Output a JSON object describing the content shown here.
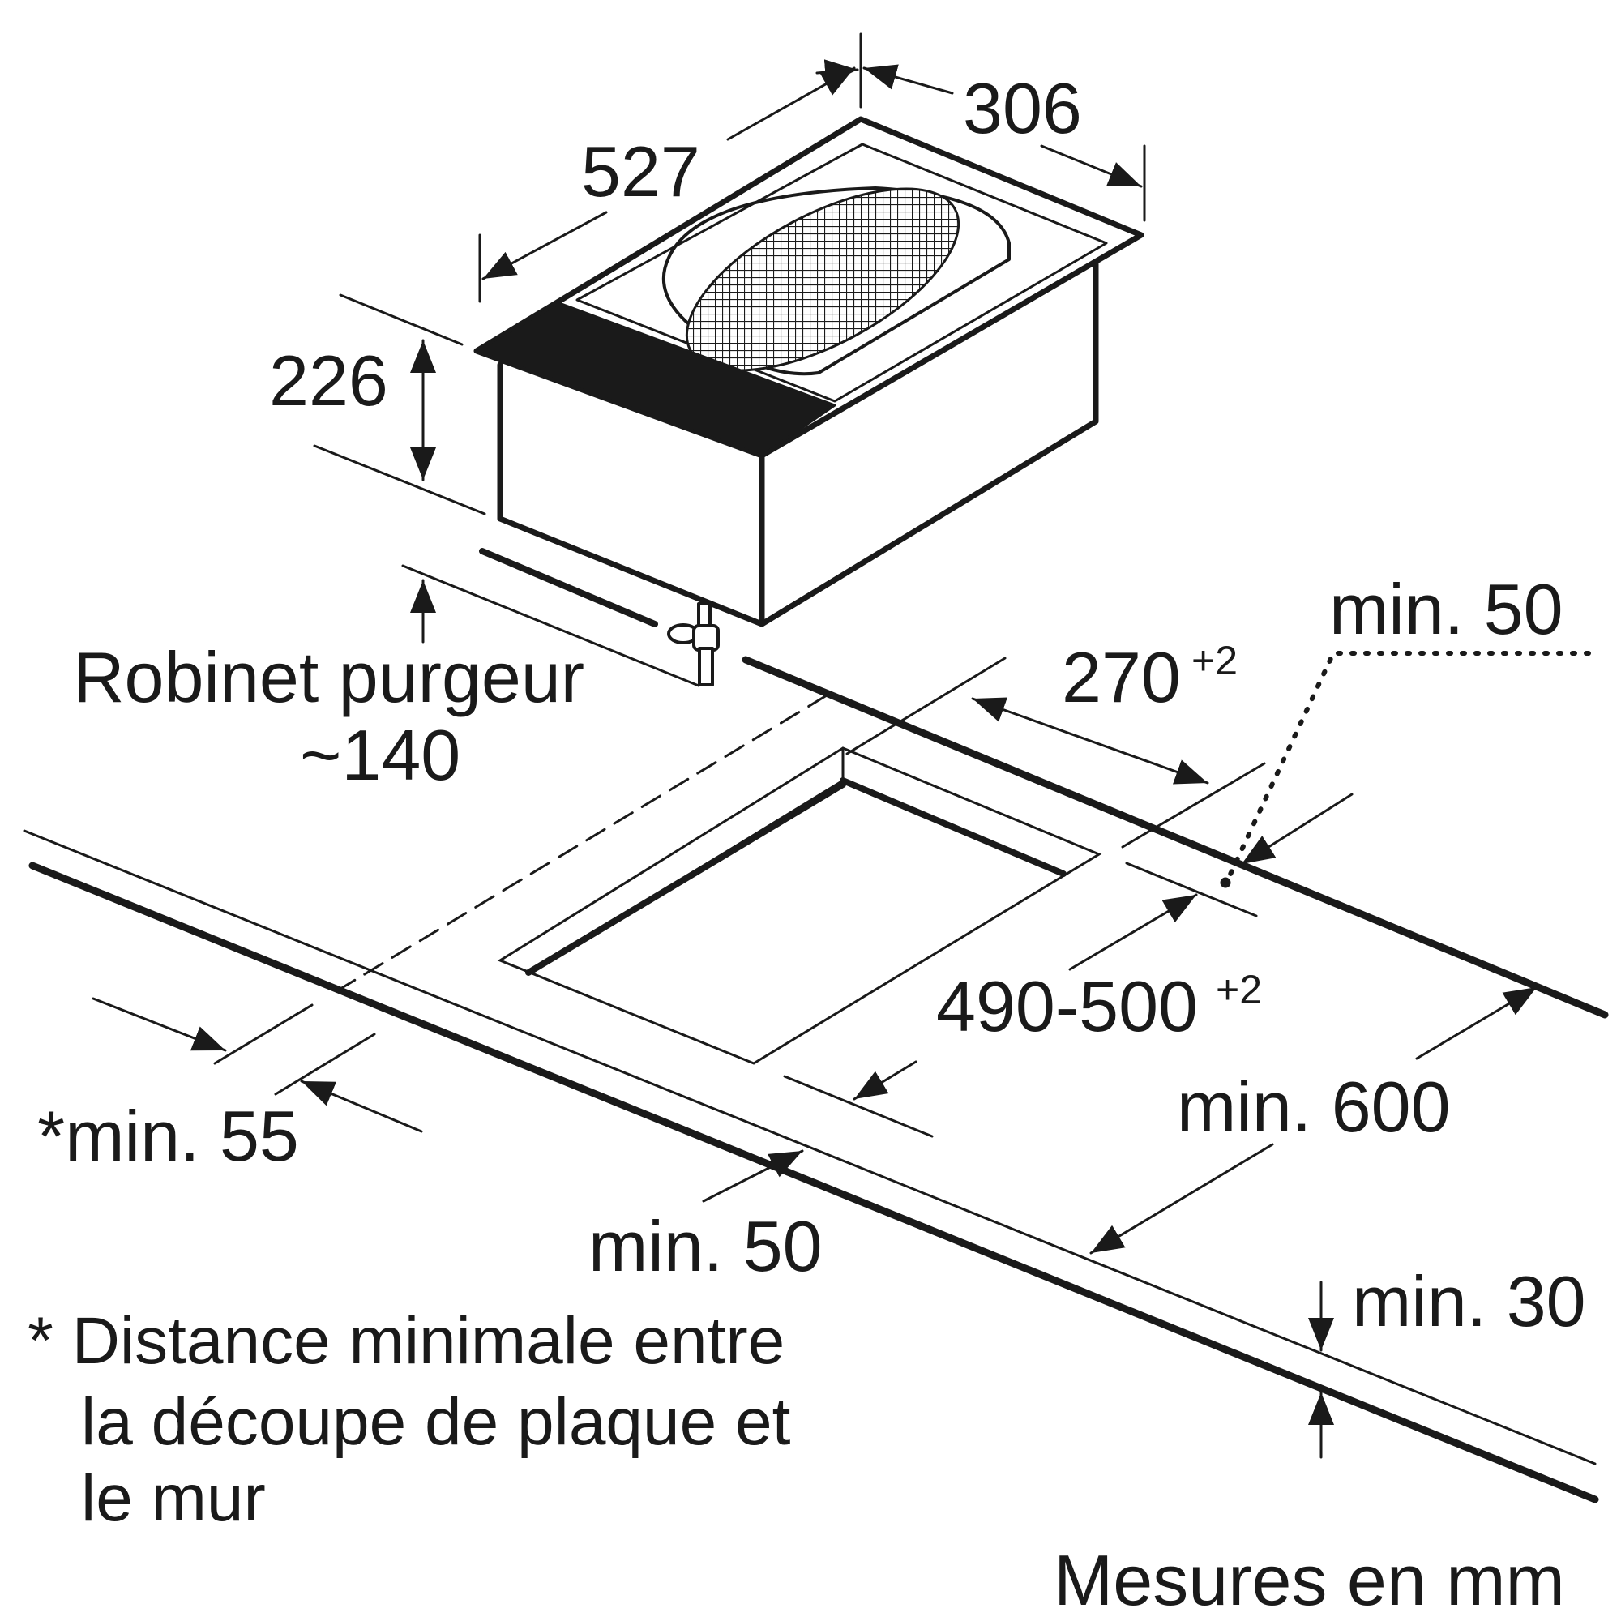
{
  "diagram": {
    "dimensions": {
      "width_306": "306",
      "depth_527": "527",
      "height_226": "226",
      "cutout_270": "270",
      "cutout_270_tolerance": "+2",
      "cutout_490": "490-500",
      "cutout_490_tolerance": "+2",
      "clearance_rear": "min. 50",
      "clearance_front": "min. 50",
      "clearance_side": "*min. 55",
      "clearance_600": "min. 600",
      "worktop_thickness": "min. 30"
    },
    "labels": {
      "drain_valve": "Robinet purgeur",
      "drain_valve_height": "~140"
    },
    "footnote": {
      "line1": "* Distance minimale entre",
      "line2": "la découpe de plaque et",
      "line3": "le mur"
    },
    "units_note": "Mesures en mm"
  },
  "colors": {
    "ink": "#1a1a1a",
    "background": "#ffffff"
  }
}
